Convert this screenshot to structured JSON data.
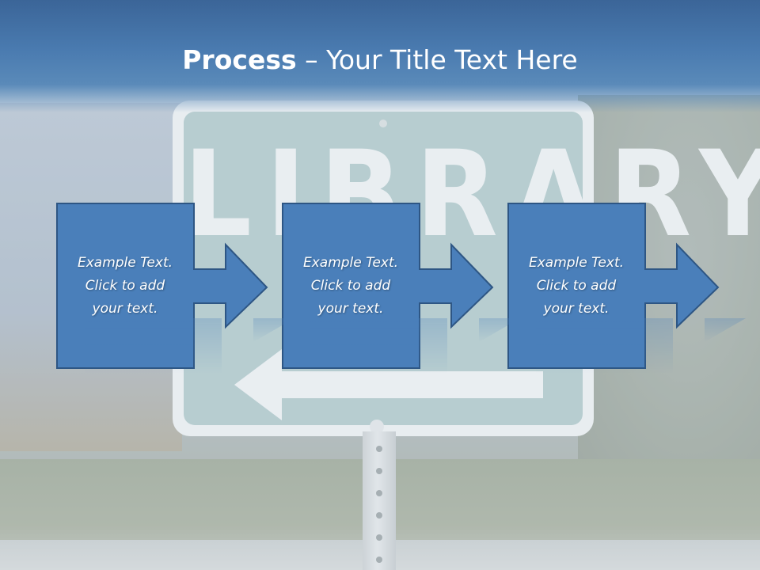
{
  "title": {
    "bold": "Process",
    "rest": " – Your Title Text Here"
  },
  "background": {
    "sign_text": "LIBRARY"
  },
  "steps": [
    {
      "lines": [
        "Example Text.",
        "Click  to add",
        "your text."
      ]
    },
    {
      "lines": [
        "Example Text.",
        "Click  to add",
        "your text."
      ]
    },
    {
      "lines": [
        "Example Text.",
        "Click  to add",
        "your text."
      ]
    }
  ],
  "colors": {
    "title_band": "#3b6598",
    "box_fill": "#4a7fba",
    "box_border": "#2e5684",
    "text": "#ffffff"
  }
}
